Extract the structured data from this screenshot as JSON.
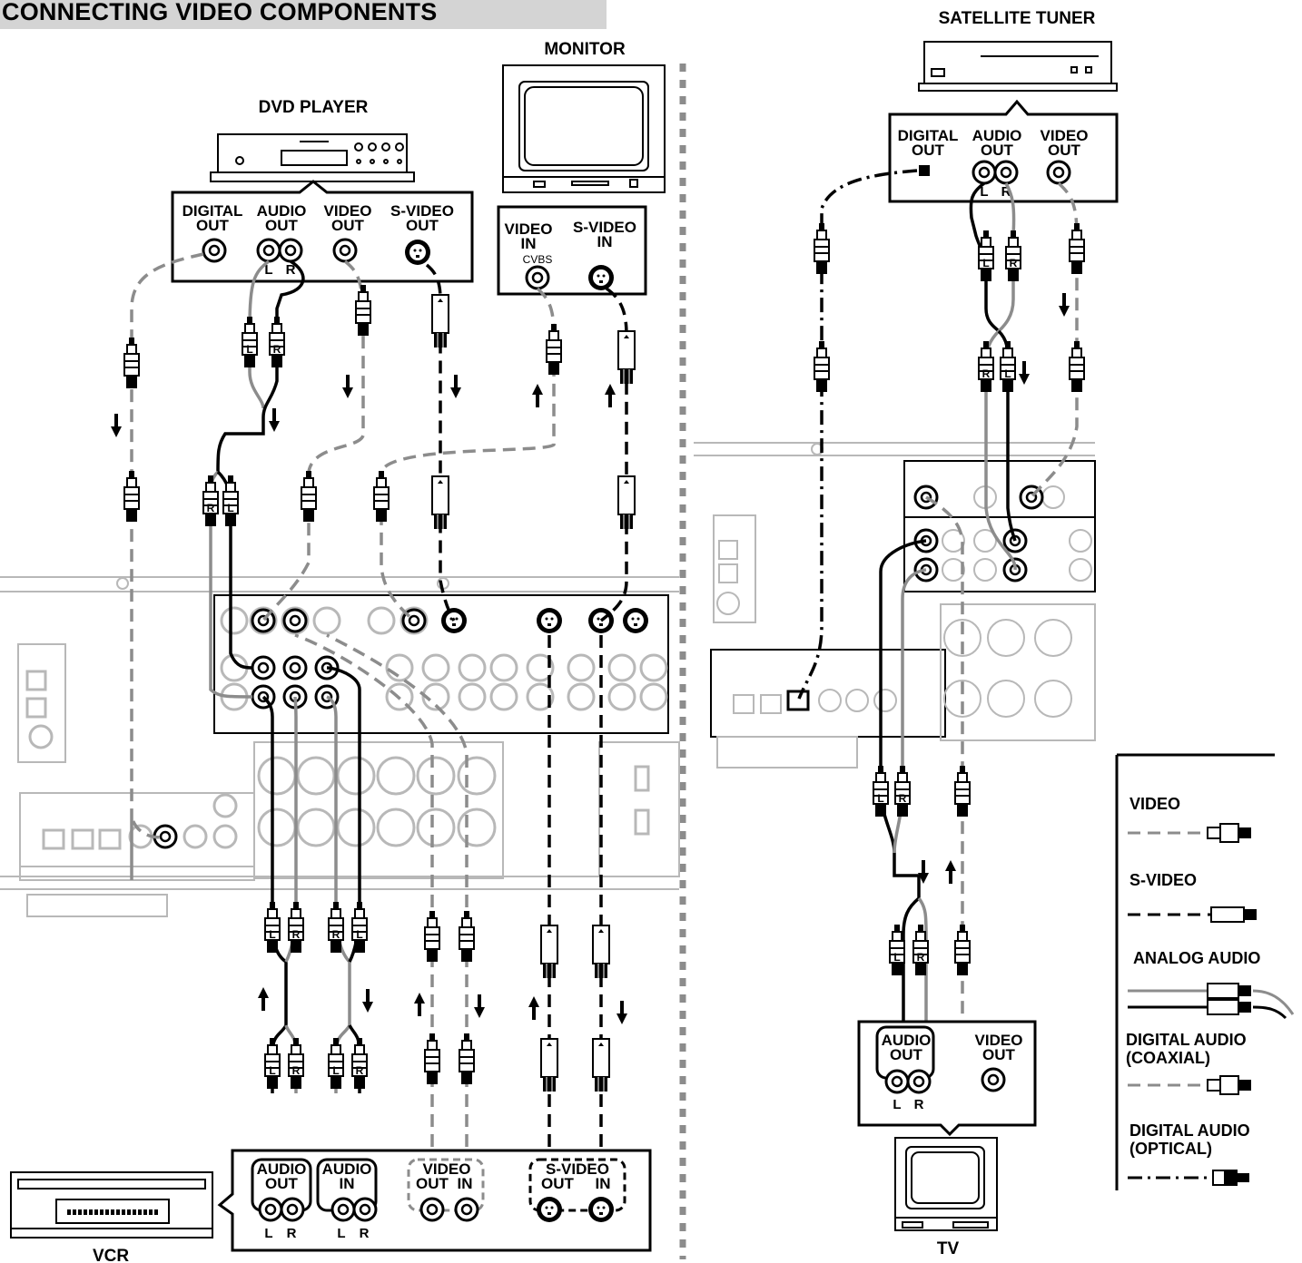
{
  "title": "CONNECTING VIDEO COMPONENTS",
  "devices": {
    "dvd_player": "DVD PLAYER",
    "monitor": "MONITOR",
    "satellite_tuner": "SATELLITE TUNER",
    "vcr": "VCR",
    "tv": "TV"
  },
  "dvd_jacks": {
    "digital_out": [
      "DIGITAL",
      "OUT"
    ],
    "audio_out": [
      "AUDIO",
      "OUT"
    ],
    "video_out": [
      "VIDEO",
      "OUT"
    ],
    "svideo_out": [
      "S-VIDEO",
      "OUT"
    ],
    "left": "L",
    "right": "R"
  },
  "monitor_jacks": {
    "video_in": [
      "VIDEO",
      "IN"
    ],
    "cvbs": "CVBS",
    "svideo_in": [
      "S-VIDEO",
      "IN"
    ]
  },
  "sat_jacks": {
    "digital_out": [
      "DIGITAL",
      "OUT"
    ],
    "audio_out": [
      "AUDIO",
      "OUT"
    ],
    "video_out": [
      "VIDEO",
      "OUT"
    ],
    "left": "L",
    "right": "R"
  },
  "vcr_jacks": {
    "audio_out": [
      "AUDIO",
      "OUT"
    ],
    "audio_in": [
      "AUDIO",
      "IN"
    ],
    "video": "VIDEO",
    "svideo": "S-VIDEO",
    "out": "OUT",
    "in": "IN",
    "left": "L",
    "right": "R"
  },
  "tv_jacks": {
    "audio_out": [
      "AUDIO",
      "OUT"
    ],
    "video_out": [
      "VIDEO",
      "OUT"
    ],
    "left": "L",
    "right": "R"
  },
  "plug_letters": {
    "left": "L",
    "right": "R"
  },
  "legend": {
    "video": "VIDEO",
    "svideo": "S-VIDEO",
    "analog_audio": "ANALOG AUDIO",
    "digital_coax": [
      "DIGITAL AUDIO",
      "(COAXIAL)"
    ],
    "digital_optical": [
      "DIGITAL AUDIO",
      "(OPTICAL)"
    ]
  },
  "colors": {
    "black": "#000000",
    "gray": "#8c8c8c",
    "receiver": "#b8b8b8",
    "title_bg": "#d4d4d4"
  }
}
